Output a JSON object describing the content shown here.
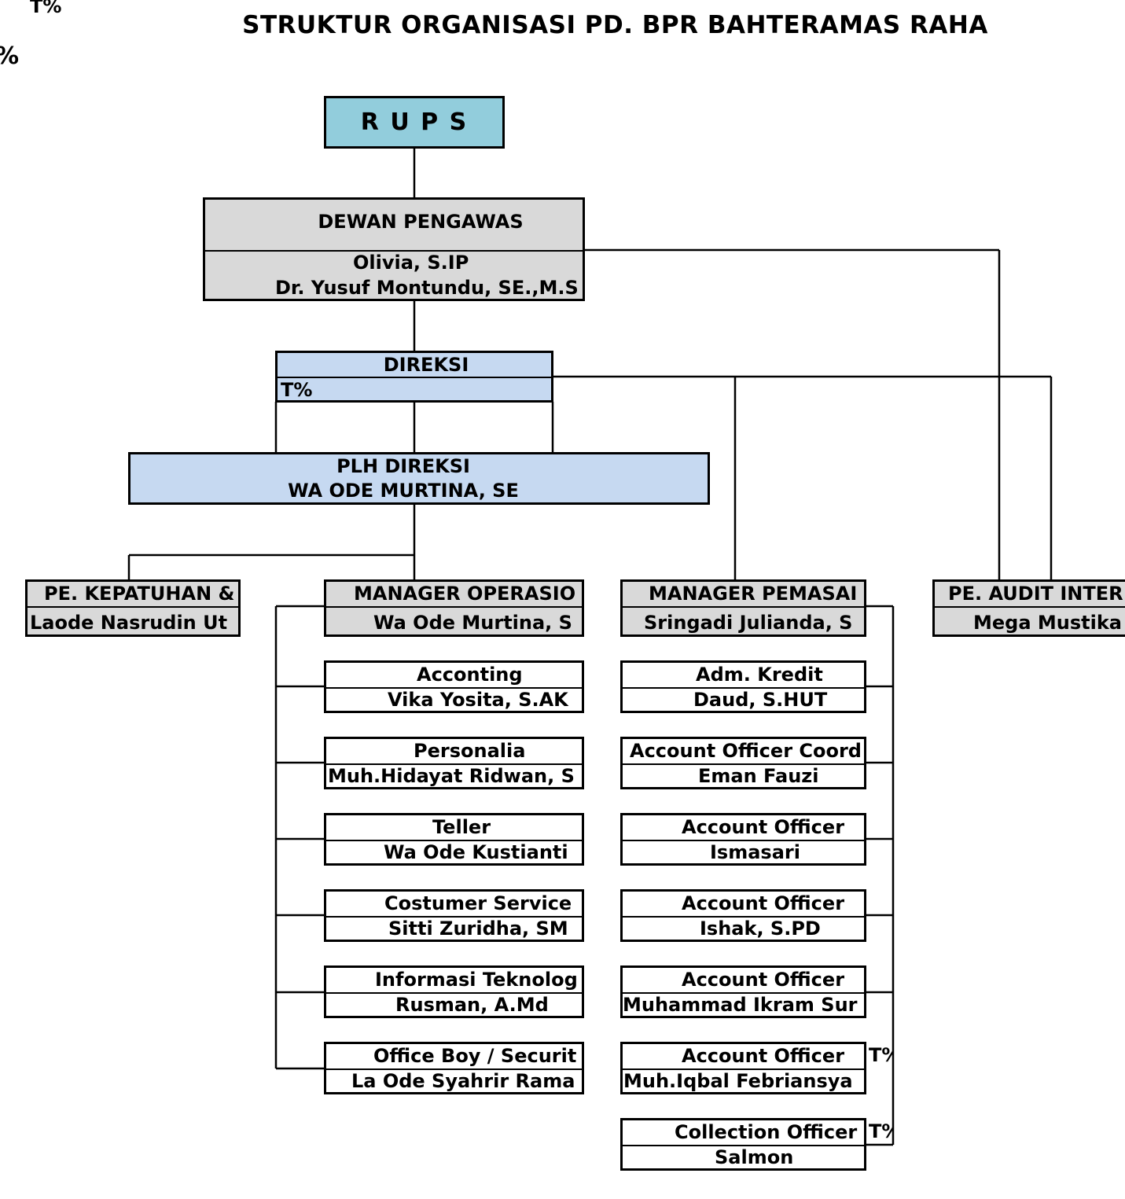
{
  "title": "STRUKTUR ORGANISASI PD. BPR BAHTERAMAS RAHA",
  "stray_marks": {
    "top_left_1": "T%",
    "top_left_2": "%"
  },
  "colors": {
    "rups": "#92cddc",
    "board": "#d9d9d9",
    "direksi": "#c6d9f1",
    "staff": "#ffffff",
    "line": "#000000"
  },
  "rups": {
    "label": "R U P S"
  },
  "dewan": {
    "title": "DEWAN PENGAWAS",
    "member1": "Olivia, S.IP",
    "member2": "Dr. Yusuf Montundu, SE.,M.S"
  },
  "direksi": {
    "title": "DIREKSI",
    "value": "T%"
  },
  "plh": {
    "title": "PLH DIREKSI",
    "name": "WA ODE MURTINA, SE"
  },
  "kepatuhan": {
    "title": "PE. KEPATUHAN &",
    "name": "Laode Nasrudin Ut"
  },
  "operasional": {
    "title": "MANAGER OPERASIO",
    "name": "Wa Ode Murtina, S",
    "units": [
      {
        "title": "Acconting",
        "name": "Vika Yosita, S.AK"
      },
      {
        "title": "Personalia",
        "name": "Muh.Hidayat Ridwan, S"
      },
      {
        "title": "Teller",
        "name": "Wa Ode Kustianti"
      },
      {
        "title": "Costumer Service",
        "name": "Sitti Zuridha, SM"
      },
      {
        "title": "Informasi Teknolog",
        "name": "Rusman, A.Md"
      },
      {
        "title": "Office Boy / Securit",
        "name": "La Ode Syahrir Rama"
      }
    ]
  },
  "pemasaran": {
    "title": "MANAGER PEMASAI",
    "name": "Sringadi Julianda, S",
    "units": [
      {
        "title": "Adm. Kredit",
        "name": "Daud, S.HUT"
      },
      {
        "title": "Account Officer Coord",
        "name": "Eman Fauzi"
      },
      {
        "title": "Account Officer",
        "name": "Ismasari"
      },
      {
        "title": "Account Officer",
        "name": "Ishak, S.PD"
      },
      {
        "title": "Account Officer",
        "name": "Muhammad Ikram Sur"
      },
      {
        "title": "Account Officer",
        "name": "Muh.Iqbal Febriansya"
      },
      {
        "title": "Collection Officer",
        "name": "Salmon"
      }
    ],
    "side_marks": [
      "T%",
      "T%"
    ]
  },
  "audit": {
    "title": "PE. AUDIT INTER",
    "name": "Mega Mustika"
  }
}
